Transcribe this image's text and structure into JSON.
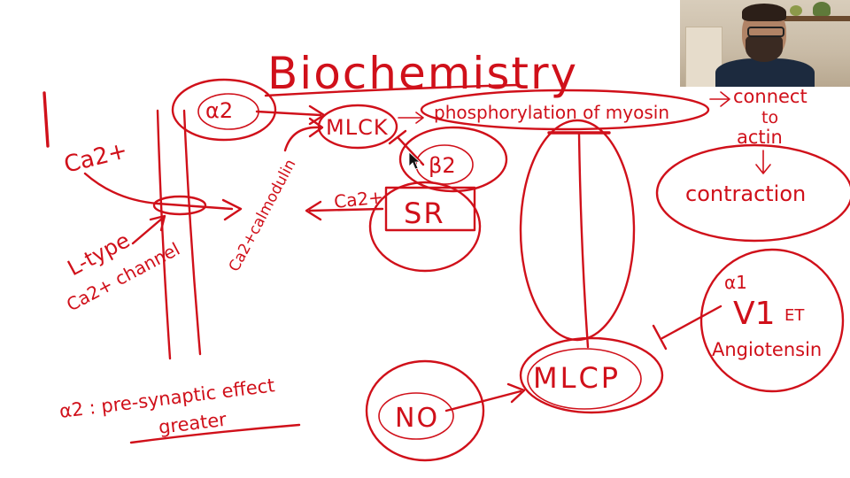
{
  "title": "Biochemistry",
  "labels": {
    "ca_left": "Ca2+",
    "ltype_line1": "L-type",
    "ltype_line2": "Ca2+ channel",
    "ca_calmodulin": "Ca2+calmodulin",
    "alpha2": "α2",
    "mlck": "MLCK",
    "phosphorylation": "phosphorylation of myosin",
    "connect_line1": "connect",
    "connect_line2": "to",
    "connect_line3": "actin",
    "contraction": "contraction",
    "beta2": "β2",
    "ca_sr": "Ca2+",
    "sr": "SR",
    "mlcp": "MLCP",
    "no": "NO",
    "alpha1": "α1",
    "v1": "V1",
    "et": "ET",
    "angiotensin": "Angiotensin",
    "note_line1": "α2 : pre-synaptic effect",
    "note_line2": "greater"
  },
  "colors": {
    "ink": "#d0101a",
    "background": "#ffffff"
  }
}
